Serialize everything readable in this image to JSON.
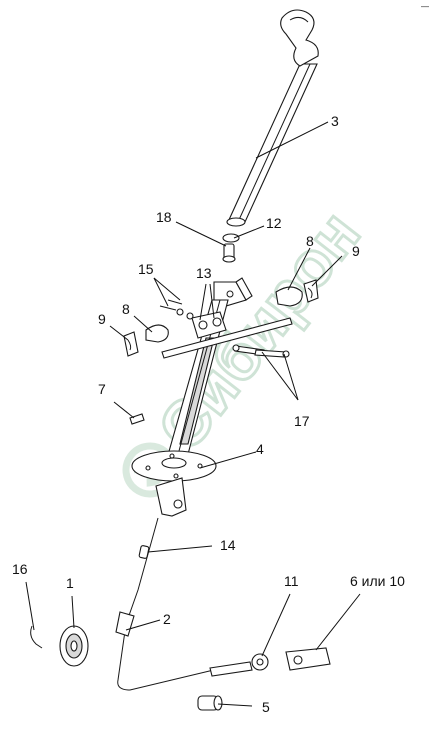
{
  "watermark": {
    "text": "Сибирон"
  },
  "corner_mark": "—",
  "callouts": [
    {
      "id": "c1",
      "text": "1"
    },
    {
      "id": "c2",
      "text": "2"
    },
    {
      "id": "c3",
      "text": "3"
    },
    {
      "id": "c4",
      "text": "4"
    },
    {
      "id": "c5",
      "text": "5"
    },
    {
      "id": "c6",
      "text": "6 или 10"
    },
    {
      "id": "c7",
      "text": "7"
    },
    {
      "id": "c8a",
      "text": "8"
    },
    {
      "id": "c8b",
      "text": "8"
    },
    {
      "id": "c9a",
      "text": "9"
    },
    {
      "id": "c9b",
      "text": "9"
    },
    {
      "id": "c11",
      "text": "11"
    },
    {
      "id": "c12",
      "text": "12"
    },
    {
      "id": "c13",
      "text": "13"
    },
    {
      "id": "c14",
      "text": "14"
    },
    {
      "id": "c15",
      "text": "15"
    },
    {
      "id": "c16",
      "text": "16"
    },
    {
      "id": "c17",
      "text": "17"
    },
    {
      "id": "c18",
      "text": "18"
    }
  ]
}
